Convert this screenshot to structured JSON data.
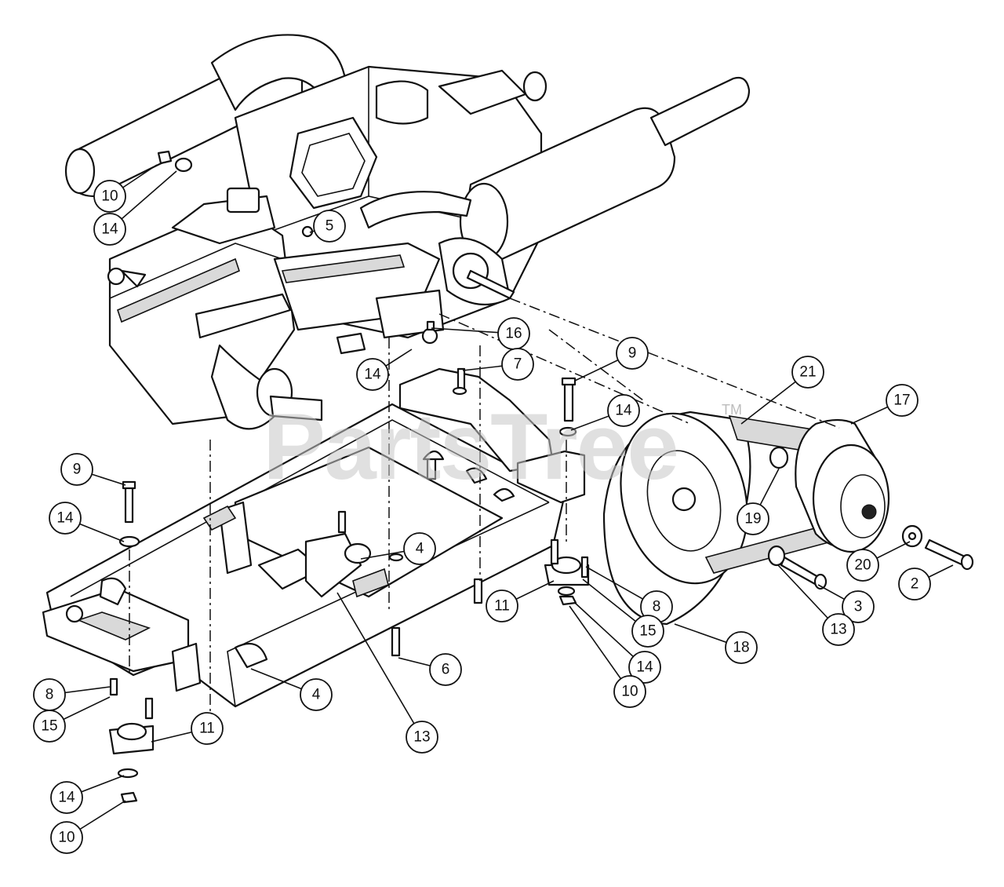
{
  "watermark": {
    "text": "PartsTree",
    "trademark": "TM"
  },
  "callouts": [
    {
      "label": "10"
    },
    {
      "label": "14"
    },
    {
      "label": "5"
    },
    {
      "label": "16"
    },
    {
      "label": "14"
    },
    {
      "label": "7"
    },
    {
      "label": "9"
    },
    {
      "label": "21"
    },
    {
      "label": "17"
    },
    {
      "label": "14"
    },
    {
      "label": "9"
    },
    {
      "label": "14"
    },
    {
      "label": "19"
    },
    {
      "label": "20"
    },
    {
      "label": "2"
    },
    {
      "label": "4"
    },
    {
      "label": "11"
    },
    {
      "label": "8"
    },
    {
      "label": "15"
    },
    {
      "label": "3"
    },
    {
      "label": "13"
    },
    {
      "label": "18"
    },
    {
      "label": "14"
    },
    {
      "label": "10"
    },
    {
      "label": "6"
    },
    {
      "label": "4"
    },
    {
      "label": "13"
    },
    {
      "label": "8"
    },
    {
      "label": "15"
    },
    {
      "label": "11"
    },
    {
      "label": "14"
    },
    {
      "label": "10"
    }
  ]
}
